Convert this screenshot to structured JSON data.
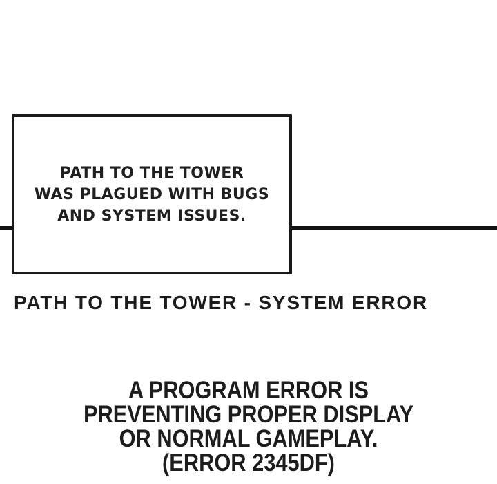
{
  "panel": {
    "background_color": "#ffffff",
    "divider_color": "#121212",
    "box_border_color": "#1a1a1a",
    "text_color": "#1c1c1c"
  },
  "caption_box": {
    "lines": [
      "PATH TO THE TOWER",
      "WAS PLAGUED WITH BUGS",
      "AND SYSTEM ISSUES."
    ]
  },
  "system_error": {
    "title": "PATH TO THE TOWER - SYSTEM ERROR",
    "message_lines": [
      "A PROGRAM ERROR IS",
      "PREVENTING PROPER DISPLAY",
      "OR NORMAL GAMEPLAY.",
      "(ERROR 2345DF)"
    ]
  }
}
